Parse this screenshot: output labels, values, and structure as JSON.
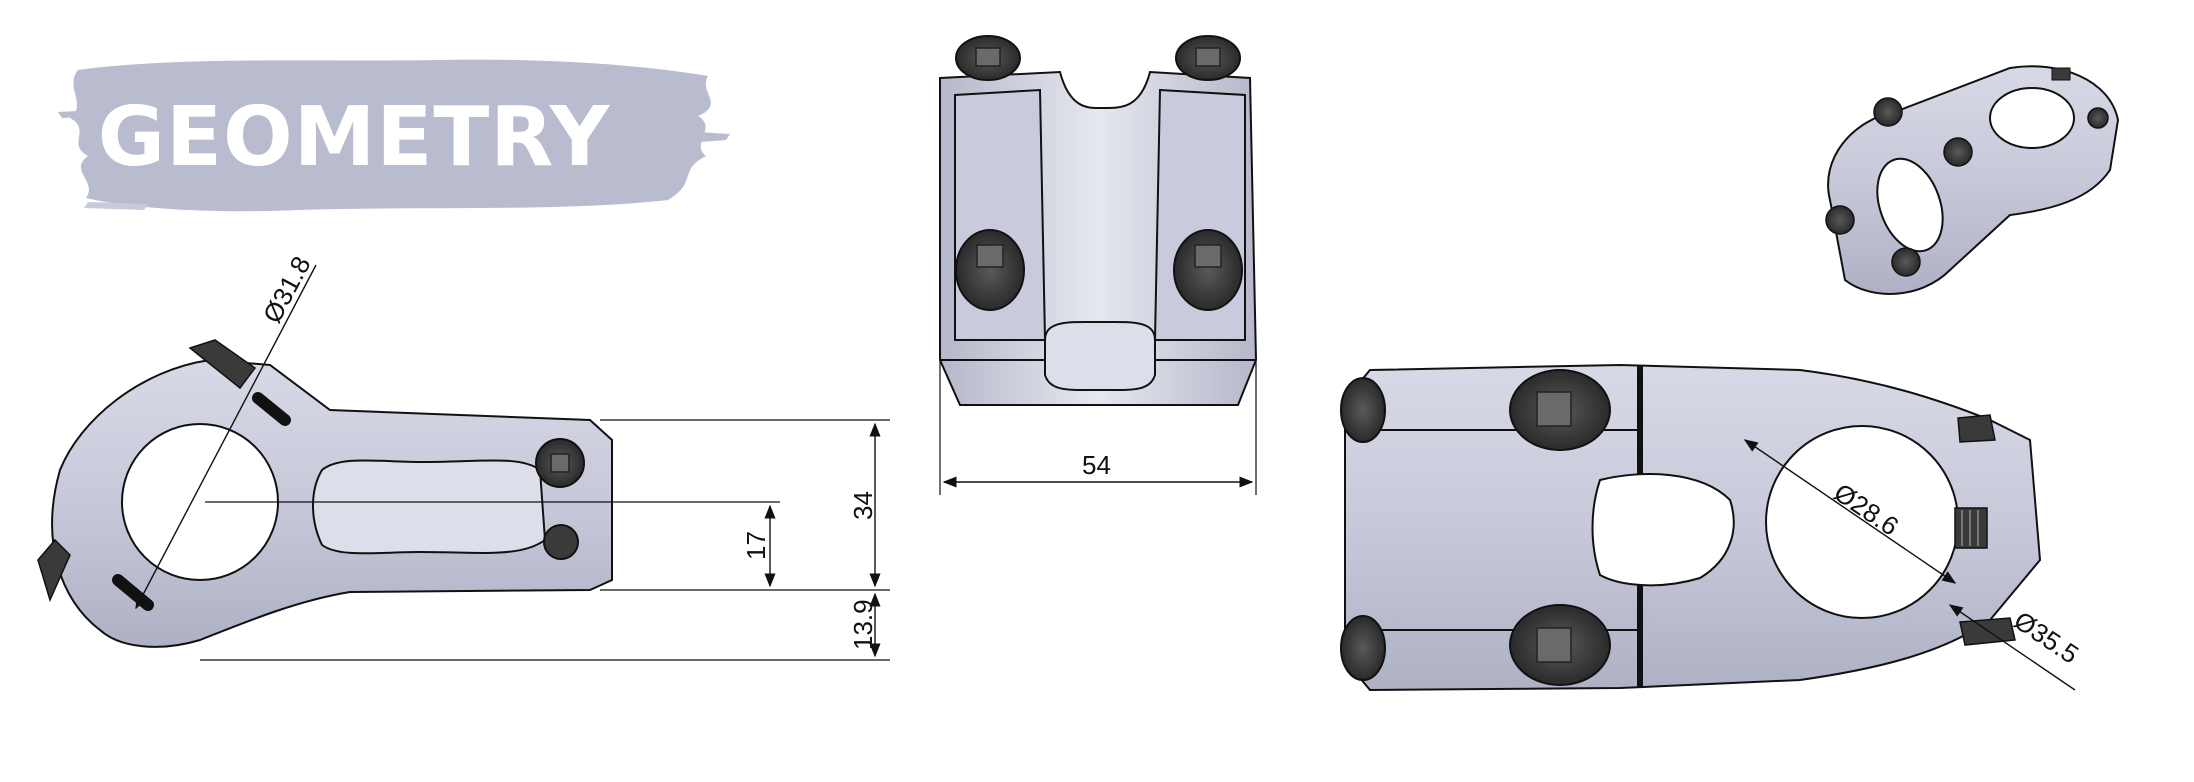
{
  "title": "GEOMETRY",
  "colors": {
    "brush": "#b9bccf",
    "metal": "#c9cbdc",
    "metal_light": "#e4e5ee",
    "metal_dark": "#a5a8bd",
    "bolt": "#3a3a3a",
    "line": "#111111",
    "title_text": "#ffffff"
  },
  "dimensions": {
    "clamp_diameter": "Ø31.8",
    "width": "54",
    "height": "34",
    "offset_half": "17",
    "rise": "13.9",
    "steerer_inner": "Ø28.6",
    "steerer_outer": "Ø35.5"
  }
}
